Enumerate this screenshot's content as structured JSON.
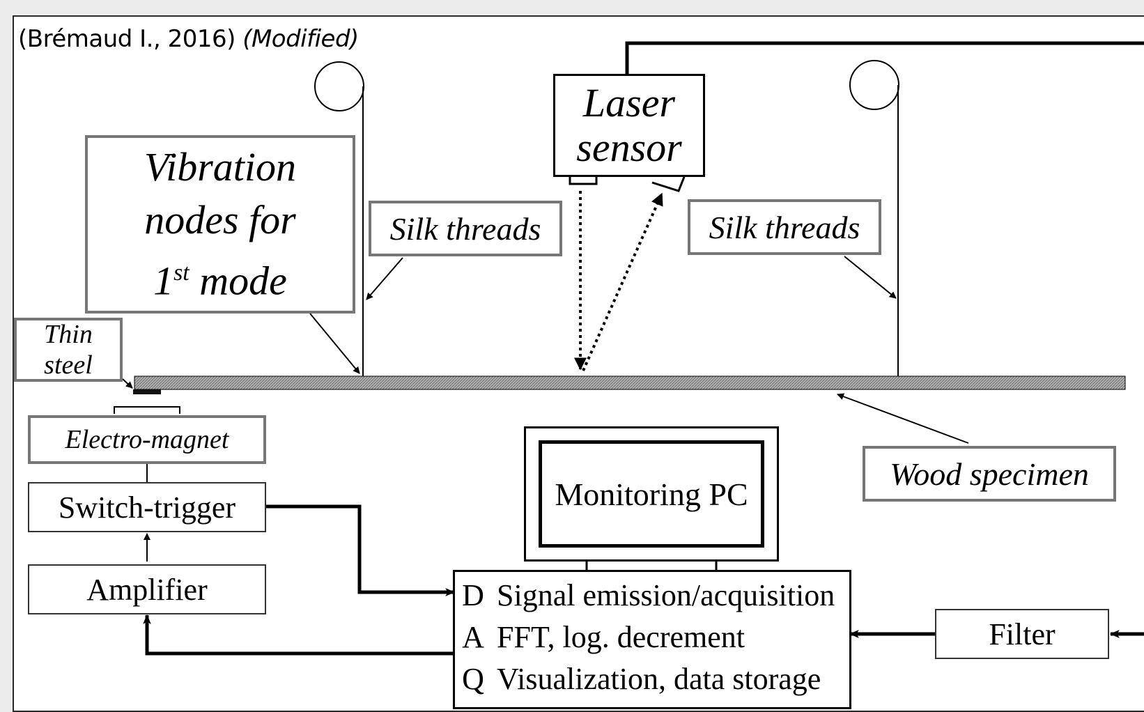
{
  "citation": {
    "author": "(Brémaud I., 2016)",
    "note": "(Modified)"
  },
  "labels": {
    "vibration_nodes_line1": "Vibration",
    "vibration_nodes_line2": "nodes for",
    "vibration_nodes_num": "1",
    "vibration_nodes_sup": "st",
    "vibration_nodes_tail": "mode",
    "silk_threads_left": "Silk threads",
    "silk_threads_right": "Silk threads",
    "laser_line1": "Laser",
    "laser_line2": "sensor",
    "thin_steel_line1": "Thin",
    "thin_steel_line2": "steel",
    "electro_magnet": "Electro-magnet",
    "wood_specimen": "Wood specimen"
  },
  "blocks": {
    "switch_trigger": "Switch-trigger",
    "amplifier": "Amplifier",
    "monitoring_pc": "Monitoring PC",
    "filter": "Filter",
    "daq_letters": [
      "D",
      "A",
      "Q"
    ],
    "daq_lines": [
      "Signal emission/acquisition",
      "FFT, log. decrement",
      "Visualization, data storage"
    ]
  },
  "colors": {
    "frame_bg": "#ffffff",
    "page_bg": "#ececec",
    "gray_border": "#777777",
    "specimen": "#9a9a9a"
  }
}
